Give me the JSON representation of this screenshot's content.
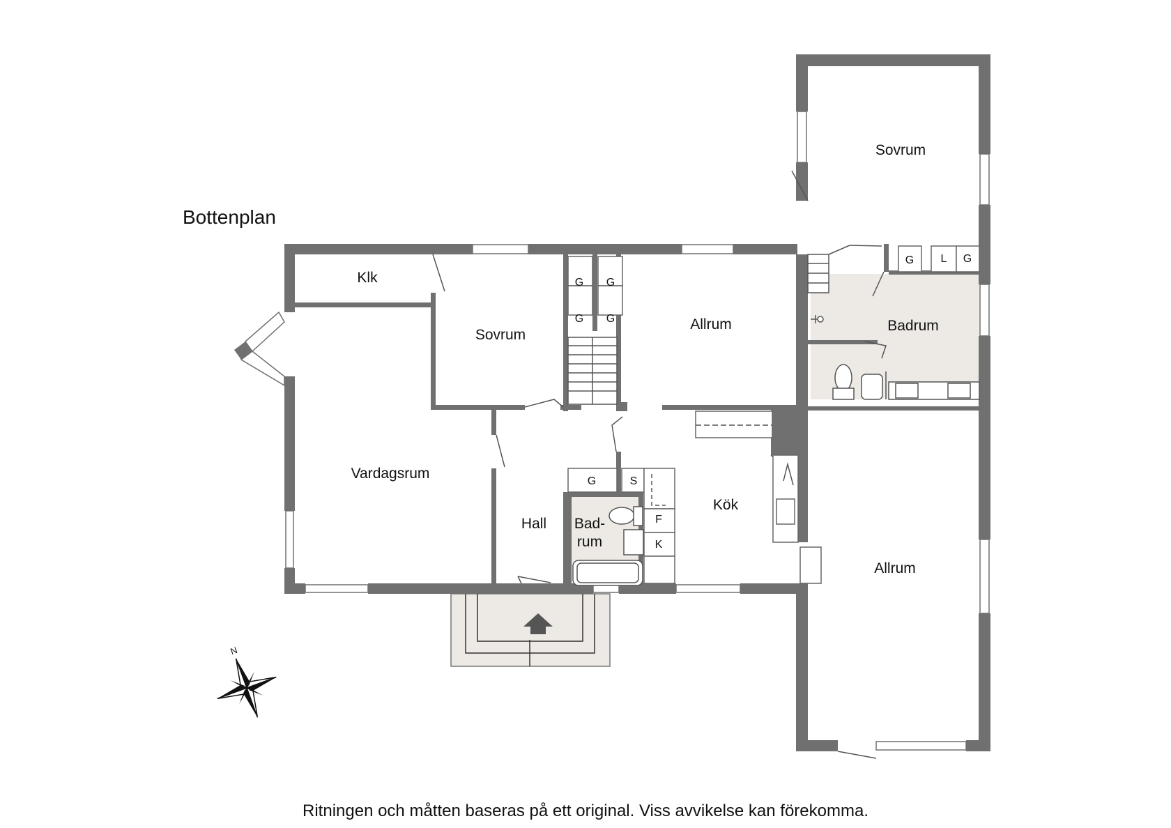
{
  "floor_title": "Bottenplan",
  "footer_note": "Ritningen och måtten baseras på ett original. Viss avvikelse kan förekomma.",
  "rooms": {
    "klk": "Klk",
    "sovrum_1": "Sovrum",
    "sovrum_2": "Sovrum",
    "allrum_1": "Allrum",
    "allrum_2": "Allrum",
    "badrum_1": "Badrum",
    "badrum_2_line1": "Bad-",
    "badrum_2_line2": "rum",
    "vardagsrum": "Vardagsrum",
    "hall": "Hall",
    "kok": "Kök"
  },
  "fixtures": {
    "g": "G",
    "l": "L",
    "s": "S",
    "f": "F",
    "k": "K"
  },
  "compass": {
    "north_label": "N",
    "icon": "compass-rose-icon"
  },
  "colors": {
    "wall": "#707070",
    "wet_room_fill": "#ede9e5",
    "entrance_fill": "#ede9e5"
  }
}
